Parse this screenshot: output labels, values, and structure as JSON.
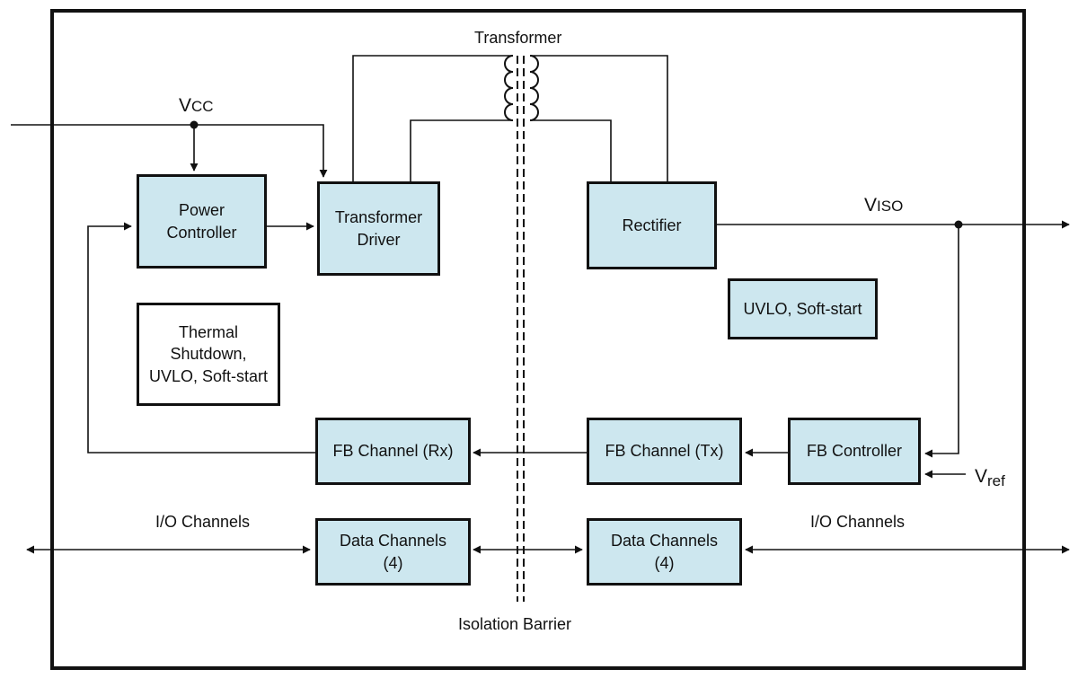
{
  "diagram": {
    "labels": {
      "transformer": "Transformer",
      "isolation_barrier": "Isolation Barrier",
      "io_left": "I/O Channels",
      "io_right": "I/O Channels"
    },
    "signals": {
      "vcc_main": "V",
      "vcc_sub": "CC",
      "viso_main": "V",
      "viso_sub": "ISO",
      "vref_main": "V",
      "vref_sub": "ref"
    },
    "blocks": {
      "power_controller": "Power\nController",
      "transformer_driver": "Transformer\nDriver",
      "rectifier": "Rectifier",
      "uvlo_right": "UVLO, Soft-start",
      "thermal_block": "Thermal\nShutdown,\nUVLO, Soft-start",
      "fb_rx": "FB Channel (Rx)",
      "fb_tx": "FB Channel (Tx)",
      "fb_controller": "FB Controller",
      "data_left": "Data Channels\n(4)",
      "data_right": "Data Channels\n(4)"
    },
    "colors": {
      "block_fill": "#cde7ef",
      "line": "#111111"
    }
  }
}
